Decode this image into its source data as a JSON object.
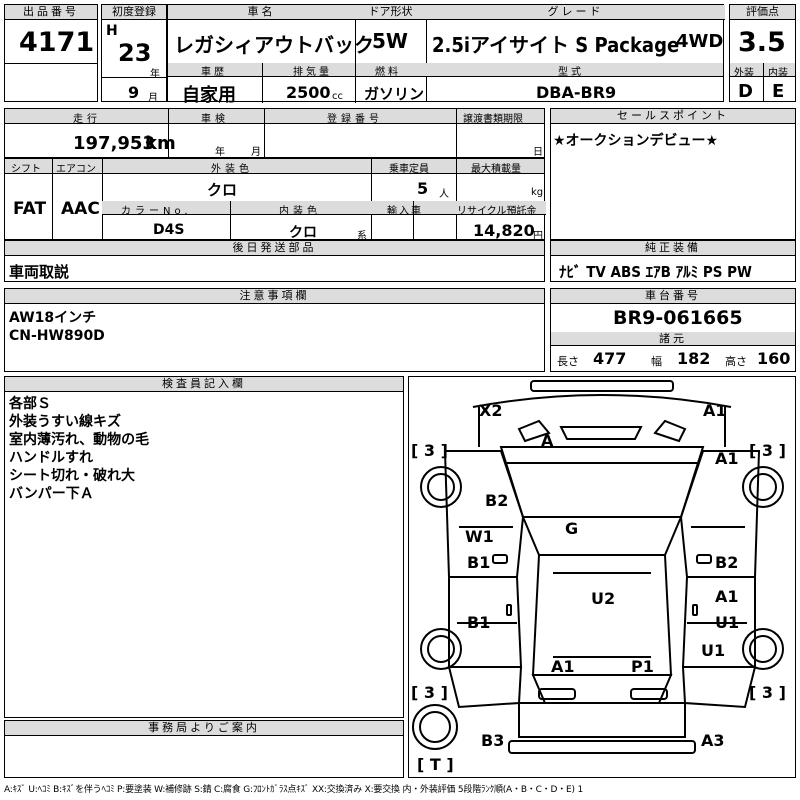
{
  "lot": {
    "label": "出品番号",
    "value": "4171"
  },
  "reg": {
    "label": "初度登録",
    "era": "H",
    "year": "23",
    "year_unit": "年",
    "month": "9",
    "month_unit": "月"
  },
  "car_name": {
    "label": "車名",
    "value": "レガシィアウトバック"
  },
  "door": {
    "label": "ドア形状",
    "value": "5W"
  },
  "grade": {
    "label": "グレード",
    "value": "2.5iアイサイト S Package",
    "drive": "4WD"
  },
  "score": {
    "label": "評価点",
    "value": "3.5",
    "ext_label": "外装",
    "int_label": "内装",
    "ext": "D",
    "int": "E"
  },
  "history": {
    "label": "車歴",
    "value": "自家用"
  },
  "displacement": {
    "label": "排気量",
    "value": "2500",
    "unit": "cc"
  },
  "fuel": {
    "label": "燃料",
    "value": "ガソリン"
  },
  "model": {
    "label": "型式",
    "value": "DBA-BR9"
  },
  "mileage": {
    "label": "走行",
    "value": "197,953",
    "unit": "km"
  },
  "inspection": {
    "label": "車検",
    "year_unit": "年",
    "month_unit": "月"
  },
  "reg_no": {
    "label": "登録番号"
  },
  "transfer": {
    "label": "譲渡書類期限",
    "day_unit": "日"
  },
  "sales_point": {
    "label": "セールスポイント",
    "value": "★オークションデビュー★"
  },
  "shift": {
    "label": "シフト",
    "value": "FAT"
  },
  "ac": {
    "label": "エアコン",
    "value": "AAC"
  },
  "ext_color": {
    "label": "外装色",
    "value": "クロ"
  },
  "capacity": {
    "label": "乗車定員",
    "value": "5",
    "unit": "人"
  },
  "max_load": {
    "label": "最大積載量",
    "unit": "kg"
  },
  "color_no": {
    "label": "カラーNo.",
    "value": "D4S"
  },
  "int_color": {
    "label": "内装色",
    "value": "クロ",
    "unit": "系"
  },
  "import": {
    "label": "輸入車"
  },
  "recycle": {
    "label": "リサイクル預託金",
    "value": "14,820",
    "unit": "円"
  },
  "later_parts": {
    "label": "後日発送部品",
    "value": "車両取説"
  },
  "equipment": {
    "label": "純正装備",
    "value": "ﾅﾋﾞ TV ABS ｴｱB ｱﾙﾐ PS PW"
  },
  "notes": {
    "label": "注意事項欄",
    "lines": [
      "AW18インチ",
      "CN-HW890D"
    ]
  },
  "chassis": {
    "label": "車台番号",
    "value": "BR9-061665"
  },
  "specs": {
    "label": "諸元",
    "length_label": "長さ",
    "length": "477",
    "width_label": "幅",
    "width": "182",
    "height_label": "高さ",
    "height": "160"
  },
  "inspector": {
    "label": "検査員記入欄",
    "lines": [
      "各部Ｓ",
      "外装うすい線キズ",
      "室内薄汚れ、動物の毛",
      "ハンドルすれ",
      "シート切れ・破れ大",
      "バンパー下Ａ"
    ]
  },
  "office": {
    "label": "事務局よりご案内"
  },
  "diagram": {
    "labels": [
      "X2",
      "A1",
      "A",
      "A1",
      "B2",
      "G",
      "W1",
      "B1",
      "B2",
      "U2",
      "A1",
      "B1",
      "U1",
      "U1",
      "A1",
      "P1",
      "B3",
      "A3"
    ],
    "tire_marks": [
      "[ 3 ]",
      "[ 3 ]",
      "[ 3 ]",
      "[ 3 ]",
      "[ T ]"
    ]
  },
  "legend": "A:ｷｽﾞ U:ﾍｺﾐ B:ｷｽﾞを伴うﾍｺﾐ P:要塗装 W:補修跡 S:錆 C:腐食 G:ﾌﾛﾝﾄｶﾞﾗｽ点ｷｽﾞ XX:交換済み X:要交換  内・外装評価 5段階ﾗﾝｸ順(A・B・C・D・E) 1"
}
